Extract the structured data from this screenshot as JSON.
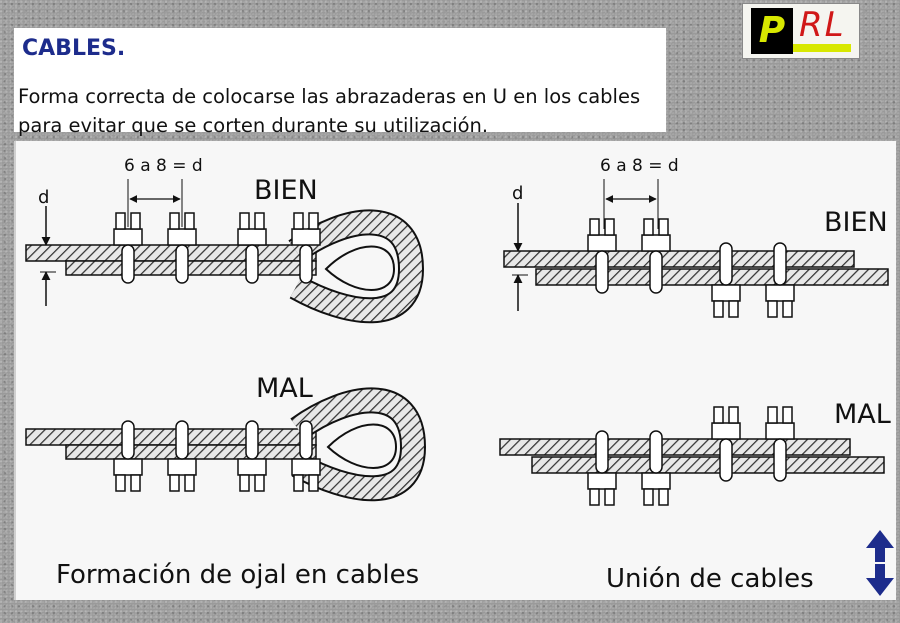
{
  "header": {
    "title": "CABLES.",
    "subtitle": "Forma correcta de colocarse las abrazaderas en U en los cables para evitar que se corten durante su utilización."
  },
  "logo": {
    "letter_p": "P",
    "letters_rl": "RL",
    "colors": {
      "p_fg": "#d8e800",
      "p_bg": "#000000",
      "rl": "#d01818",
      "bar": "#d8e800"
    }
  },
  "diagram": {
    "left": {
      "dim_d": "d",
      "spacing_label": "6 a 8 = d",
      "good_label": "BIEN",
      "bad_label": "MAL",
      "caption": "Formación de ojal en cables"
    },
    "right": {
      "dim_d": "d",
      "spacing_label": "6 a 8 = d",
      "good_label": "BIEN",
      "bad_label": "MAL",
      "caption": "Unión de cables"
    }
  },
  "nav": {
    "icon": "up-down-arrows-icon",
    "color": "#1d2c8c"
  }
}
